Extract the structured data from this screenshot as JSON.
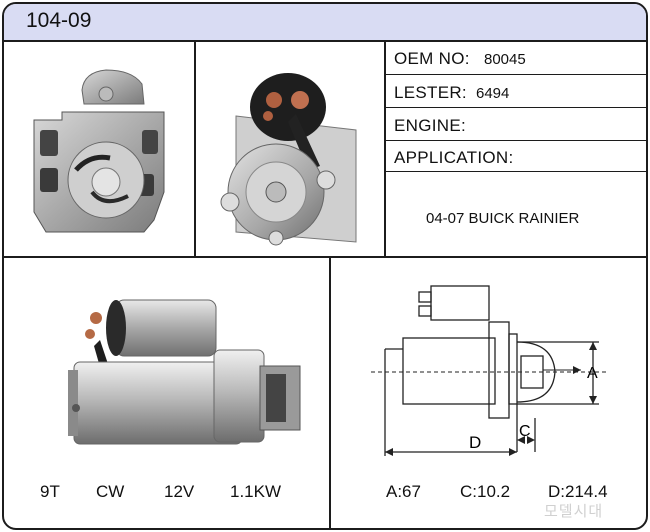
{
  "part_number": "104-09",
  "info": {
    "oem_label": "OEM NO:",
    "oem_value": "80045",
    "lester_label": "LESTER:",
    "lester_value": "6494",
    "engine_label": "ENGINE:",
    "engine_value": "",
    "application_label": "APPLICATION:",
    "application_value": "04-07 BUICK RAINIER"
  },
  "specs": {
    "teeth": "9T",
    "rotation": "CW",
    "voltage": "12V",
    "power": "1.1KW"
  },
  "dimensions": {
    "a_text": "A:67",
    "c_text": "C:10.2",
    "d_text": "D:214.4",
    "a_label": "A",
    "c_label": "C",
    "d_label": "D"
  },
  "watermark": "모델시대"
}
